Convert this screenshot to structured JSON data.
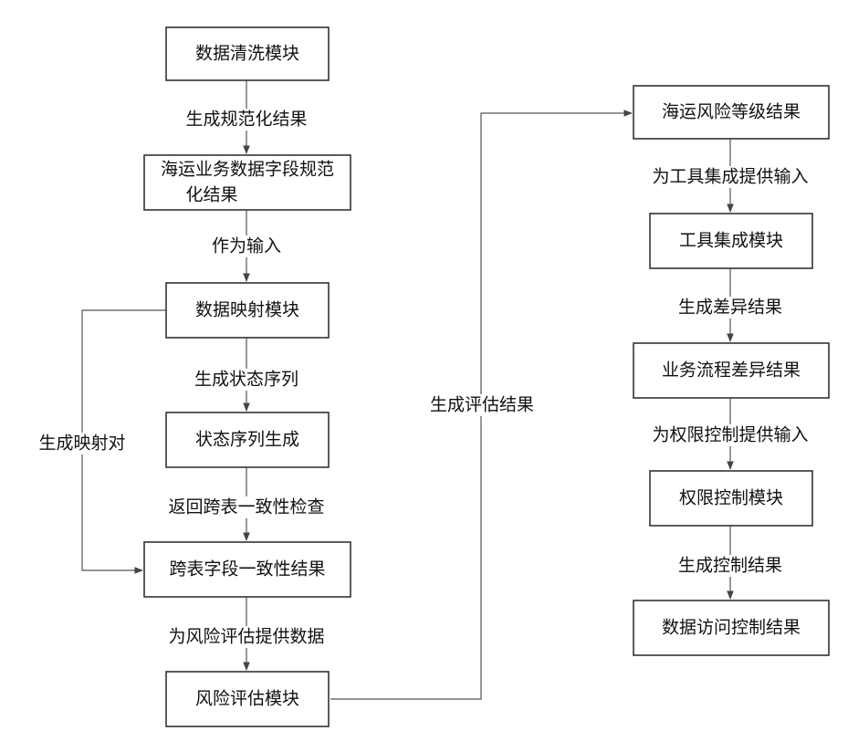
{
  "nodes": {
    "data_cleaning": "数据清洗模块",
    "field_normalization": [
      "海运业务数据字段规范",
      "化结果"
    ],
    "data_mapping": "数据映射模块",
    "state_seq_gen": "状态序列生成",
    "consistency_result": "跨表字段一致性结果",
    "risk_assessment": "风险评估模块",
    "risk_level_result": "海运风险等级结果",
    "tool_integration": "工具集成模块",
    "process_diff_result": "业务流程差异结果",
    "access_control": "权限控制模块",
    "data_access_result": "数据访问控制结果"
  },
  "edges": {
    "e1": "生成规范化结果",
    "e2": "作为输入",
    "e3": "生成状态序列",
    "e4": "返回跨表一致性检查",
    "e5": "生成映射对",
    "e6": "为风险评估提供数据",
    "e7": "生成评估结果",
    "e8": "为工具集成提供输入",
    "e9": "生成差异结果",
    "e10": "为权限控制提供输入",
    "e11": "生成控制结果"
  }
}
